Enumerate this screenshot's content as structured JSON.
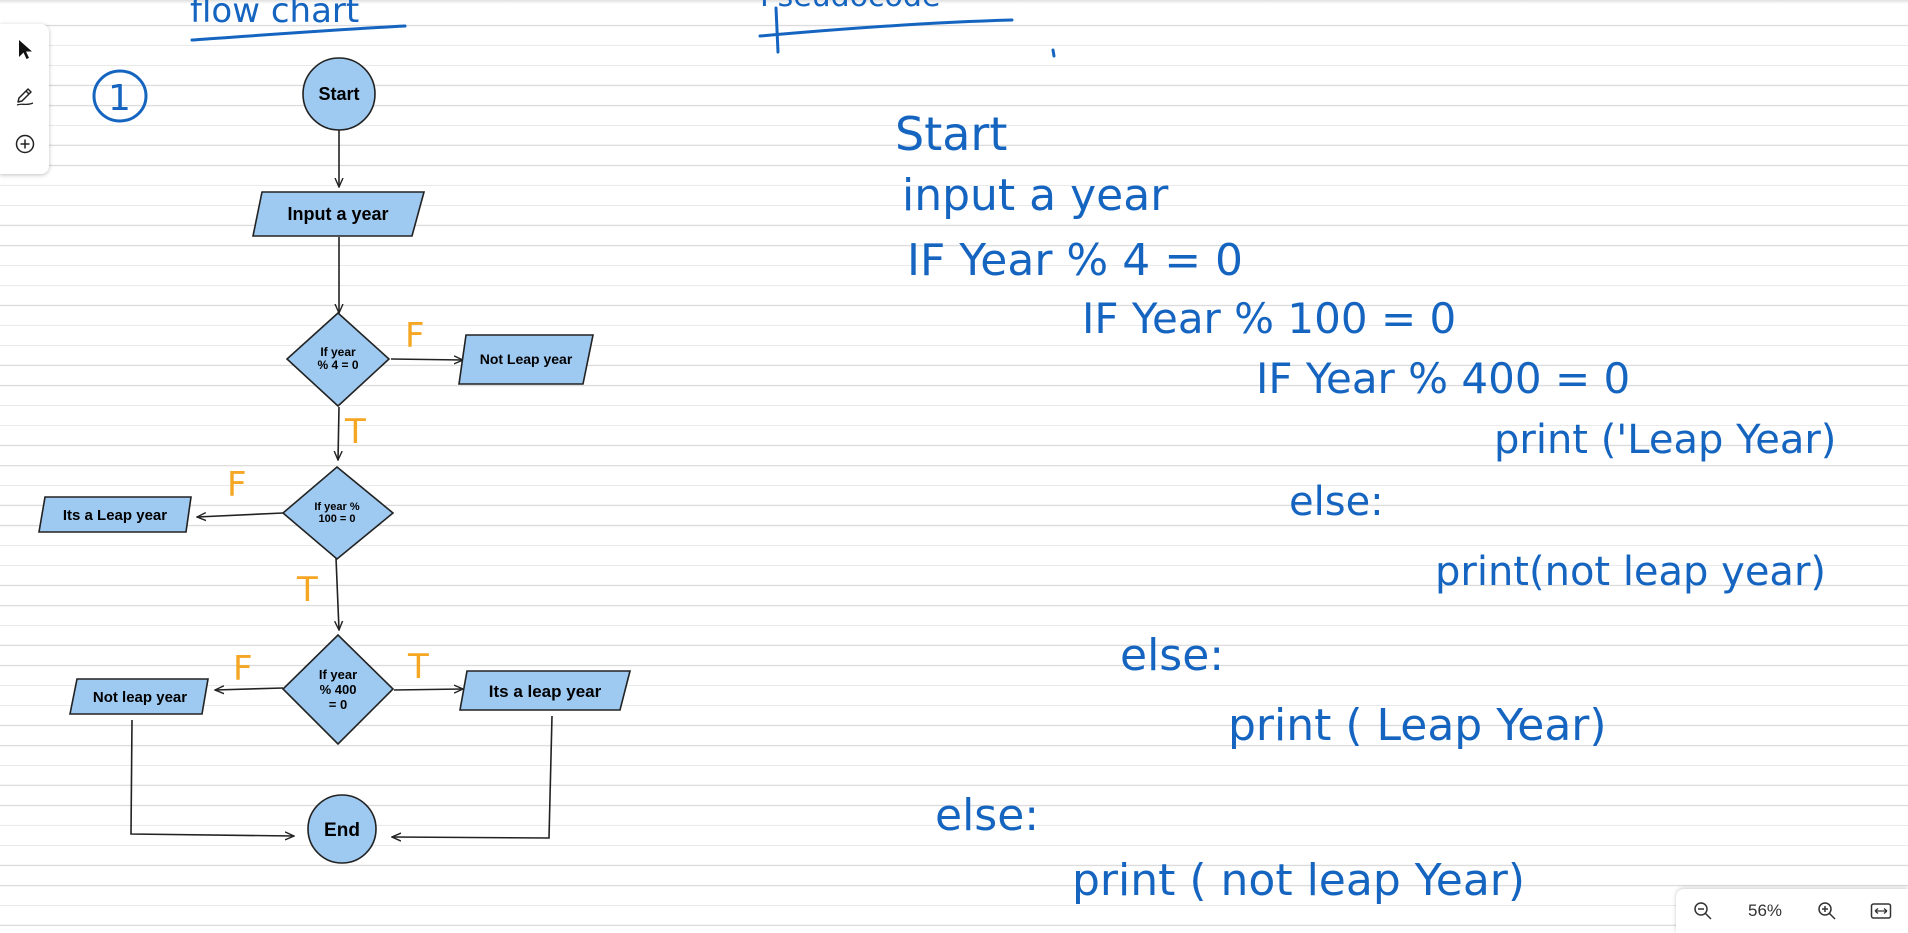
{
  "canvas": {
    "heading_left": "flow chart",
    "heading_right": "Pseudocode",
    "step_number": "1"
  },
  "flowchart": {
    "start": "Start",
    "input": "Input a year",
    "decision1": [
      "If year",
      "% 4 = 0"
    ],
    "not_leap_1": "Not Leap year",
    "decision2": [
      "If year %",
      "100 = 0"
    ],
    "leap_1": "Its a Leap year",
    "decision3": [
      "If year",
      "% 400",
      "= 0"
    ],
    "not_leap_2": "Not leap year",
    "leap_2": "Its a leap year",
    "end": "End",
    "labels": {
      "f": "F",
      "t": "T"
    }
  },
  "pseudocode": {
    "lines": [
      "Start",
      "input a year",
      "IF Year % 4 = 0",
      "IF Year % 100 = 0",
      "IF Year % 400 = 0",
      "print ('Leap Year)",
      "else:",
      "print(not leap year)",
      "else:",
      "print ( Leap Year)",
      "else:",
      "print ( not leap Year)"
    ]
  },
  "toolbar": {
    "tools": [
      "select-tool",
      "pen-tool",
      "add-tool"
    ]
  },
  "zoom": {
    "level": "56%"
  },
  "colors": {
    "ink": "#1565c0",
    "shape_fill": "#9ec9f0",
    "tf_label": "#f5a623"
  }
}
